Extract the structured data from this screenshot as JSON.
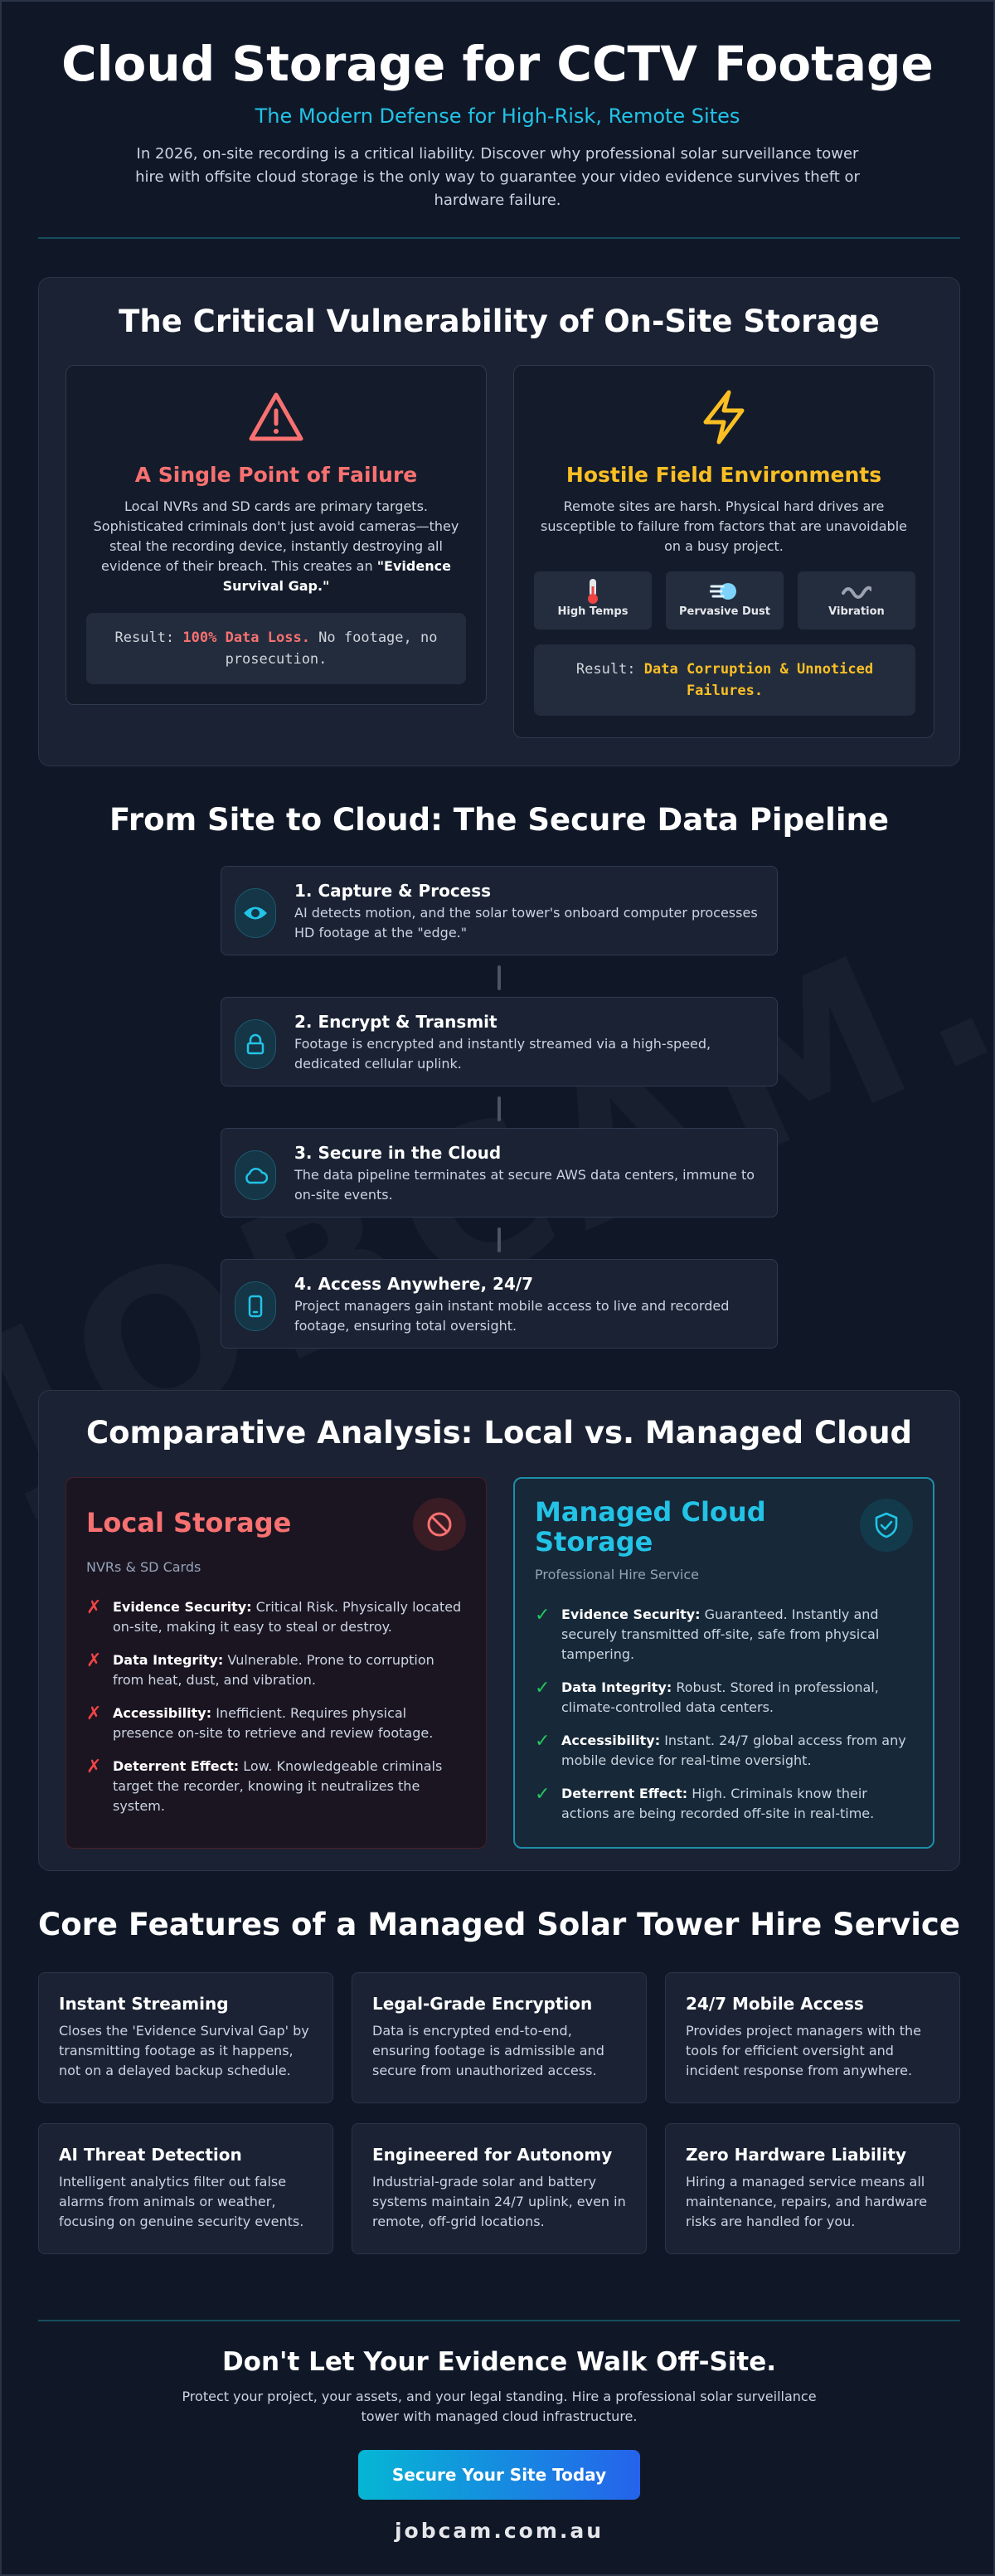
{
  "header": {
    "title": "Cloud Storage for CCTV Footage",
    "subtitle": "The Modern Defense for High-Risk, Remote Sites",
    "intro": "In 2026, on-site recording is a critical liability. Discover why professional solar surveillance tower hire with offsite cloud storage is the only way to guarantee your video evidence survives theft or hardware failure."
  },
  "watermark": "JOBCAM.COM",
  "vulnerability": {
    "title": "The Critical Vulnerability of On-Site Storage",
    "failure": {
      "icon": "warning-triangle-icon",
      "heading": "A Single Point of Failure",
      "desc_before": "Local NVRs and SD cards are primary targets. Sophisticated criminals don't just avoid cameras—they steal the recording device, instantly destroying all evidence of their breach. This creates an ",
      "desc_emph": "\"Evidence Survival Gap.\"",
      "result_label": "Result: ",
      "result_value": "100% Data Loss.",
      "result_after": " No footage, no prosecution."
    },
    "environment": {
      "icon": "lightning-bolt-icon",
      "heading": "Hostile Field Environments",
      "desc": "Remote sites are harsh. Physical hard drives are susceptible to failure from factors that are unavoidable on a busy project.",
      "chips": [
        {
          "icon": "thermometer-icon",
          "glyph": "🌡️",
          "label": "High Temps"
        },
        {
          "icon": "dust-cloud-icon",
          "glyph": "💨",
          "label": "Pervasive Dust"
        },
        {
          "icon": "vibration-icon",
          "glyph": "〰️",
          "label": "Vibration"
        }
      ],
      "result_label": "Result: ",
      "result_value": "Data Corruption & Unnoticed Failures."
    }
  },
  "pipeline": {
    "title": "From Site to Cloud: The Secure Data Pipeline",
    "steps": [
      {
        "icon": "eye-icon",
        "title": "1. Capture & Process",
        "desc": "AI detects motion, and the solar tower's onboard computer processes HD footage at the \"edge.\""
      },
      {
        "icon": "lock-icon",
        "title": "2. Encrypt & Transmit",
        "desc": "Footage is encrypted and instantly streamed via a high-speed, dedicated cellular uplink."
      },
      {
        "icon": "cloud-icon",
        "title": "3. Secure in the Cloud",
        "desc": "The data pipeline terminates at secure AWS data centers, immune to on-site events."
      },
      {
        "icon": "mobile-phone-icon",
        "title": "4. Access Anywhere, 24/7",
        "desc": "Project managers gain instant mobile access to live and recorded footage, ensuring total oversight."
      }
    ]
  },
  "comparison": {
    "title": "Comparative Analysis: Local vs. Managed Cloud",
    "local": {
      "icon": "prohibited-icon",
      "heading": "Local Storage",
      "sub": "NVRs & SD Cards",
      "mark": "✗",
      "items": [
        {
          "label": "Evidence Security:",
          "text": " Critical Risk. Physically located on-site, making it easy to steal or destroy."
        },
        {
          "label": "Data Integrity:",
          "text": " Vulnerable. Prone to corruption from heat, dust, and vibration."
        },
        {
          "label": "Accessibility:",
          "text": " Inefficient. Requires physical presence on-site to retrieve and review footage."
        },
        {
          "label": "Deterrent Effect:",
          "text": " Low. Knowledgeable criminals target the recorder, knowing it neutralizes the system."
        }
      ]
    },
    "cloud": {
      "icon": "shield-check-icon",
      "heading": "Managed Cloud Storage",
      "sub": "Professional Hire Service",
      "mark": "✓",
      "items": [
        {
          "label": "Evidence Security:",
          "text": " Guaranteed. Instantly and securely transmitted off-site, safe from physical tampering."
        },
        {
          "label": "Data Integrity:",
          "text": " Robust. Stored in professional, climate-controlled data centers."
        },
        {
          "label": "Accessibility:",
          "text": " Instant. 24/7 global access from any mobile device for real-time oversight."
        },
        {
          "label": "Deterrent Effect:",
          "text": " High. Criminals know their actions are being recorded off-site in real-time."
        }
      ]
    }
  },
  "features": {
    "title": "Core Features of a Managed Solar Tower Hire Service",
    "items": [
      {
        "title": "Instant Streaming",
        "desc": "Closes the 'Evidence Survival Gap' by transmitting footage as it happens, not on a delayed backup schedule."
      },
      {
        "title": "Legal-Grade Encryption",
        "desc": "Data is encrypted end-to-end, ensuring footage is admissible and secure from unauthorized access."
      },
      {
        "title": "24/7 Mobile Access",
        "desc": "Provides project managers with the tools for efficient oversight and incident response from anywhere."
      },
      {
        "title": "AI Threat Detection",
        "desc": "Intelligent analytics filter out false alarms from animals or weather, focusing on genuine security events."
      },
      {
        "title": "Engineered for Autonomy",
        "desc": "Industrial-grade solar and battery systems maintain 24/7 uplink, even in remote, off-grid locations."
      },
      {
        "title": "Zero Hardware Liability",
        "desc": "Hiring a managed service means all maintenance, repairs, and hardware risks are handled for you."
      }
    ]
  },
  "cta": {
    "heading": "Don't Let Your Evidence Walk Off-Site.",
    "text": "Protect your project, your assets, and your legal standing. Hire a professional solar surveillance tower with managed cloud infrastructure.",
    "button": "Secure Your Site Today",
    "domain": "jobcam.com.au"
  },
  "colors": {
    "background": "#101828",
    "accent_cyan": "#22c3e6",
    "danger_red": "#f87171",
    "warning_amber": "#fbbf24",
    "success_green": "#22c55e"
  }
}
